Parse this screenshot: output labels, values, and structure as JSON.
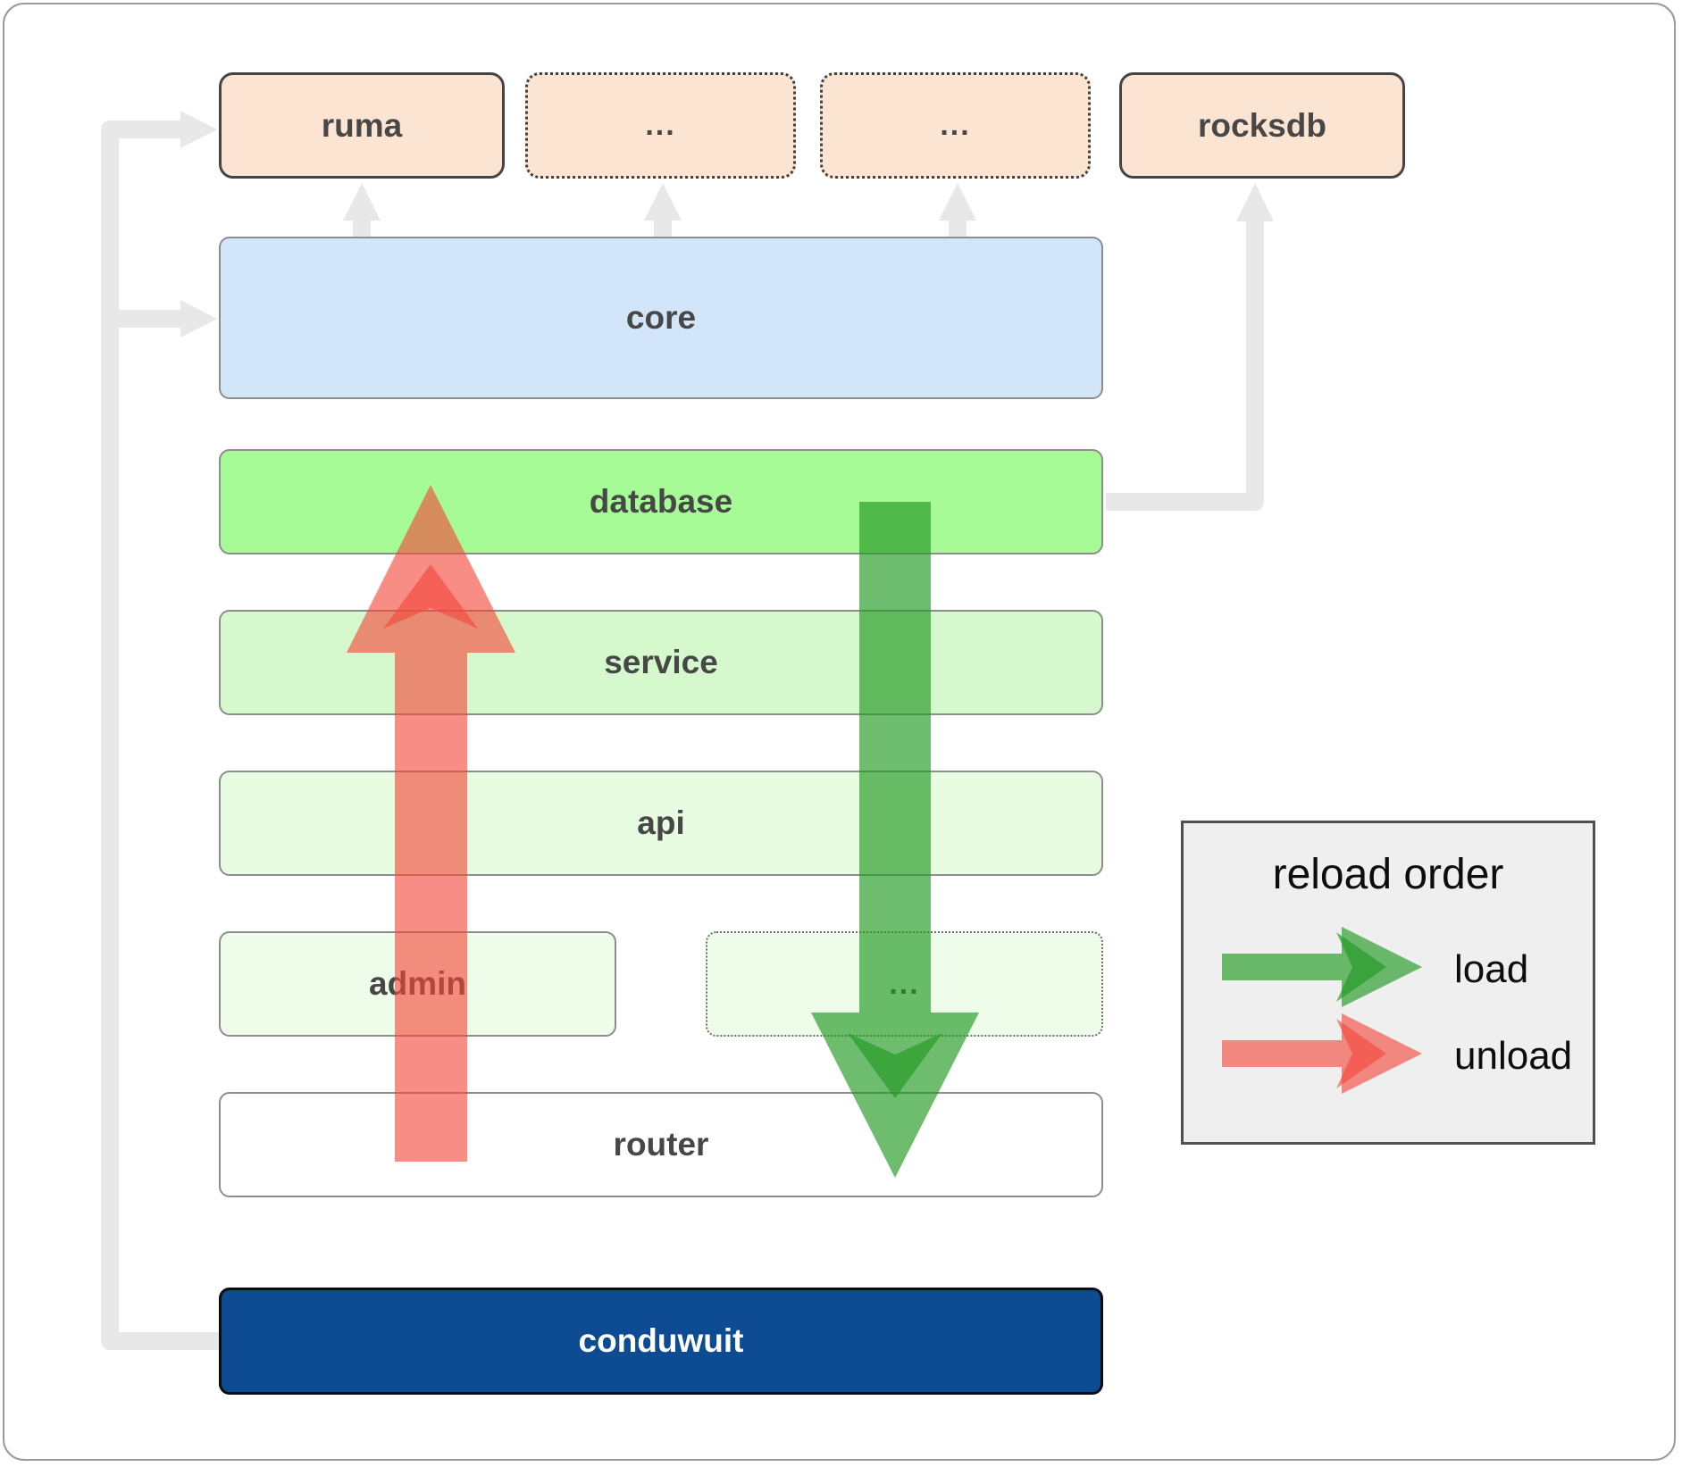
{
  "boxes": {
    "ruma": {
      "label": "ruma"
    },
    "ellipsis_top_1": {
      "label": "..."
    },
    "ellipsis_top_2": {
      "label": "..."
    },
    "rocksdb": {
      "label": "rocksdb"
    },
    "core": {
      "label": "core"
    },
    "database": {
      "label": "database"
    },
    "service": {
      "label": "service"
    },
    "api": {
      "label": "api"
    },
    "admin": {
      "label": "admin"
    },
    "ellipsis_mid": {
      "label": "..."
    },
    "router": {
      "label": "router"
    },
    "conduwuit": {
      "label": "conduwuit"
    }
  },
  "legend": {
    "title": "reload order",
    "load_label": "load",
    "unload_label": "unload"
  },
  "colors": {
    "load_arrow_green": "#239a23",
    "unload_arrow_red": "#f4473a",
    "connector_gray": "#e8e8e8",
    "peach_fill": "#fbe4d2",
    "core_fill": "#d3e5f9",
    "database_fill": "#a6fb97",
    "service_fill": "#d5f9cc",
    "api_fill": "#e7fce0",
    "admin_fill": "#eefcea",
    "router_fill": "#ffffff",
    "conduwuit_fill": "#0d4c93",
    "legend_bg": "#efefef"
  }
}
